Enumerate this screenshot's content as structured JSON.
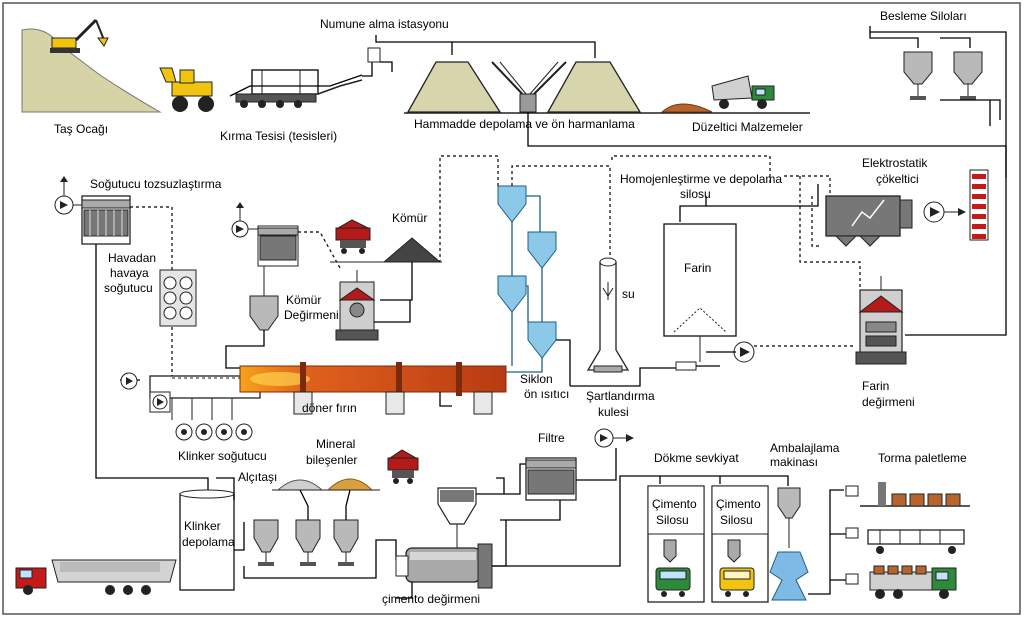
{
  "colors": {
    "border": "#555555",
    "hill": "#d6d3a6",
    "pile": "#d7d5ac",
    "kiln_hot": "#d2471b",
    "kiln_glow": "#f7a21b",
    "cyclone": "#8cc8e8",
    "corrective": "#b5652d",
    "gypsum": "#cfcfcf",
    "mineral": "#d9a040",
    "truck_green": "#2d8a3a",
    "truck_red": "#c41a1a",
    "packing_blue": "#7fb9e6",
    "stack_red": "#c41a1a"
  },
  "labels": {
    "tas_ocagi": "Taş Ocağı",
    "kirma_tesisi": "Kırma Tesisi (tesisleri)",
    "numune": "Numune alma istasyonu",
    "hammadde": "Hammadde depolama ve ön harmanlama",
    "duzeltici": "Düzeltici Malzemeler",
    "besleme": "Besleme Siloları",
    "sogutucu_toz": "Soğutucu tozsuzlaştırma",
    "homojen_1": "Homojenleştirme ve depolama",
    "homojen_2": "silosu",
    "elektro_1": "Elektrostatik",
    "elektro_2": "çökeltici",
    "komur": "Kömür",
    "havadan_1": "Havadan",
    "havadan_2": "havaya",
    "havadan_3": "soğutucu",
    "komur_deg_1": "Kömür",
    "komur_deg_2": "Değirmeni",
    "su": "su",
    "farin": "Farin",
    "farin_deg_1": "Farin",
    "farin_deg_2": "değirmeni",
    "doner_firin": "döner fırın",
    "siklon_1": "Siklon",
    "siklon_2": "ön ısıtıcı",
    "sartlandirma_1": "Şartlandırma",
    "sartlandirma_2": "kulesi",
    "klinker_sogutucu": "Klinker soğutucu",
    "mineral_1": "Mineral",
    "mineral_2": "bileşenler",
    "alcitasi": "Alçıtaşı",
    "filtre": "Filtre",
    "dokme": "Dökme sevkiyat",
    "ambalaj_1": "Ambalajlama",
    "ambalaj_2": "makinası",
    "torma": "Torma paletleme",
    "klinker_dep_1": "Klinker",
    "klinker_dep_2": "depolama",
    "cimento_silo_1a": "Çimento",
    "cimento_silo_1b": "Silosu",
    "cimento_silo_2a": "Çimento",
    "cimento_silo_2b": "Silosu",
    "cimento_degirmeni": "çimento değirmeni"
  }
}
